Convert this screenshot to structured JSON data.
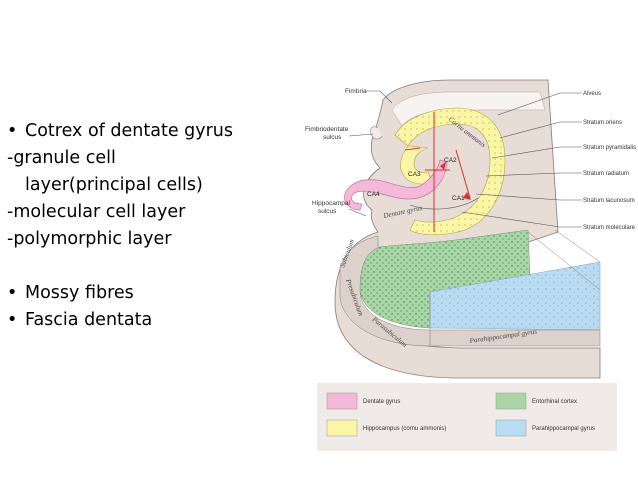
{
  "bullets": [
    {
      "type": "bullet",
      "text": "Cotrex of dentate gyrus"
    },
    {
      "type": "plain",
      "text": "-granule cell"
    },
    {
      "type": "indent",
      "text": "layer(principal cells)"
    },
    {
      "type": "plain",
      "text": "-molecular cell layer"
    },
    {
      "type": "plain",
      "text": "-polymorphic layer"
    },
    {
      "type": "gap",
      "text": ""
    },
    {
      "type": "bullet",
      "text": "Mossy fibres"
    },
    {
      "type": "bullet",
      "text": "Fascia dentata"
    }
  ],
  "diagram": {
    "left_labels": {
      "fimbria": "Fimbria",
      "fimbriodentate_1": "Fimbriodentate",
      "fimbriodentate_2": "sulcus",
      "hippocampal_1": "Hippocampal",
      "hippocampal_2": "sulcus"
    },
    "right_labels": {
      "alveus": "Alveus",
      "stratum_oriens": "Stratum oriens",
      "stratum_pyramidalis": "Stratum pyramidalis",
      "stratum_radiatum": "Stratum radiatum",
      "stratum_lacunosum": "Stratum lacunosum",
      "stratum_moleculare": "Stratum moleculare"
    },
    "regions": {
      "cornu_ammonis": "Cornu ammonis",
      "dentate_gyrus": "Dentate gyrus",
      "subiculum": "Subiculum",
      "presubiculum": "Presubiculum",
      "parasubiculum": "Parasubiculum",
      "parahippocampal_gyrus": "Parahippocampal gyrus"
    },
    "ca_labels": {
      "ca1": "CA1",
      "ca2": "CA2",
      "ca3": "CA3",
      "ca4": "CA4"
    },
    "legend": [
      {
        "label": "Dentate gyrus",
        "color": "#f4b8d8"
      },
      {
        "label": "Hippocampus (cornu ammonis)",
        "color": "#fbf6a6"
      },
      {
        "label": "Entorhinal cortex",
        "color": "#a9d6a6"
      },
      {
        "label": "Parahippocampal gyrus",
        "color": "#b9dcf2"
      }
    ],
    "colors": {
      "tissue": "#e7dcd6",
      "tissue_edge": "#8a7a74",
      "white_band": "#f7f3f0",
      "ca_line": "#d9302c",
      "dentate": "#f4b8d8",
      "hippocampus": "#fbf6a6",
      "entorhinal": "#a9d6a6",
      "parahippocampal": "#b9dcf2",
      "legend_frame": "#f0ebe8"
    }
  }
}
